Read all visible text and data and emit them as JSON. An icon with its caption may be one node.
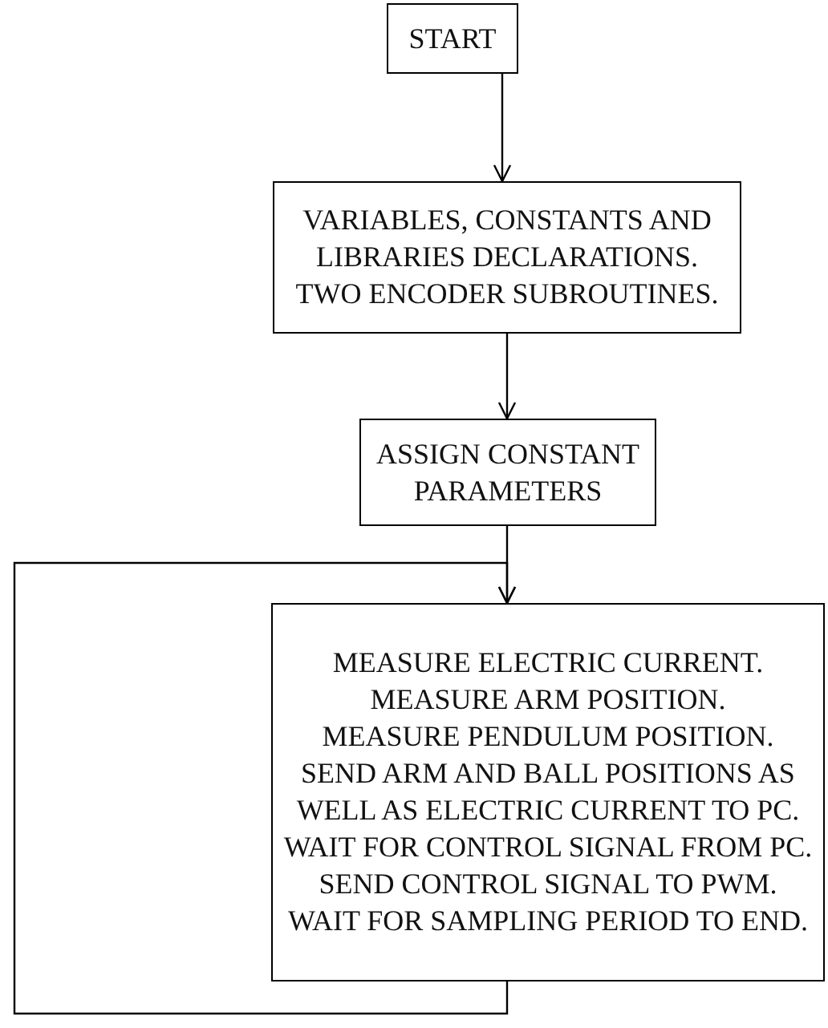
{
  "diagram": {
    "nodes": [
      {
        "text": [
          "START"
        ]
      },
      {
        "text": [
          "VARIABLES, CONSTANTS AND LIBRARIES DECLARATIONS.",
          "TWO ENCODER SUBROUTINES."
        ]
      },
      {
        "text": [
          "ASSIGN CONSTANT PARAMETERS"
        ]
      },
      {
        "text": [
          "MEASURE ELECTRIC CURRENT.",
          "MEASURE ARM POSITION.",
          "MEASURE PENDULUM POSITION.",
          "SEND ARM AND BALL POSITIONS AS WELL AS ELECTRIC CURRENT TO PC.",
          "WAIT FOR CONTROL SIGNAL FROM PC.",
          "SEND CONTROL SIGNAL TO PWM.",
          "WAIT FOR SAMPLING PERIOD TO END."
        ]
      }
    ],
    "edges": [
      {
        "from": 0,
        "to": 1,
        "arrow": "to"
      },
      {
        "from": 1,
        "to": 2,
        "arrow": "to"
      },
      {
        "from": 2,
        "to": 3,
        "arrow": "to"
      },
      {
        "from": 3,
        "to": 3,
        "arrow": "to"
      }
    ]
  }
}
